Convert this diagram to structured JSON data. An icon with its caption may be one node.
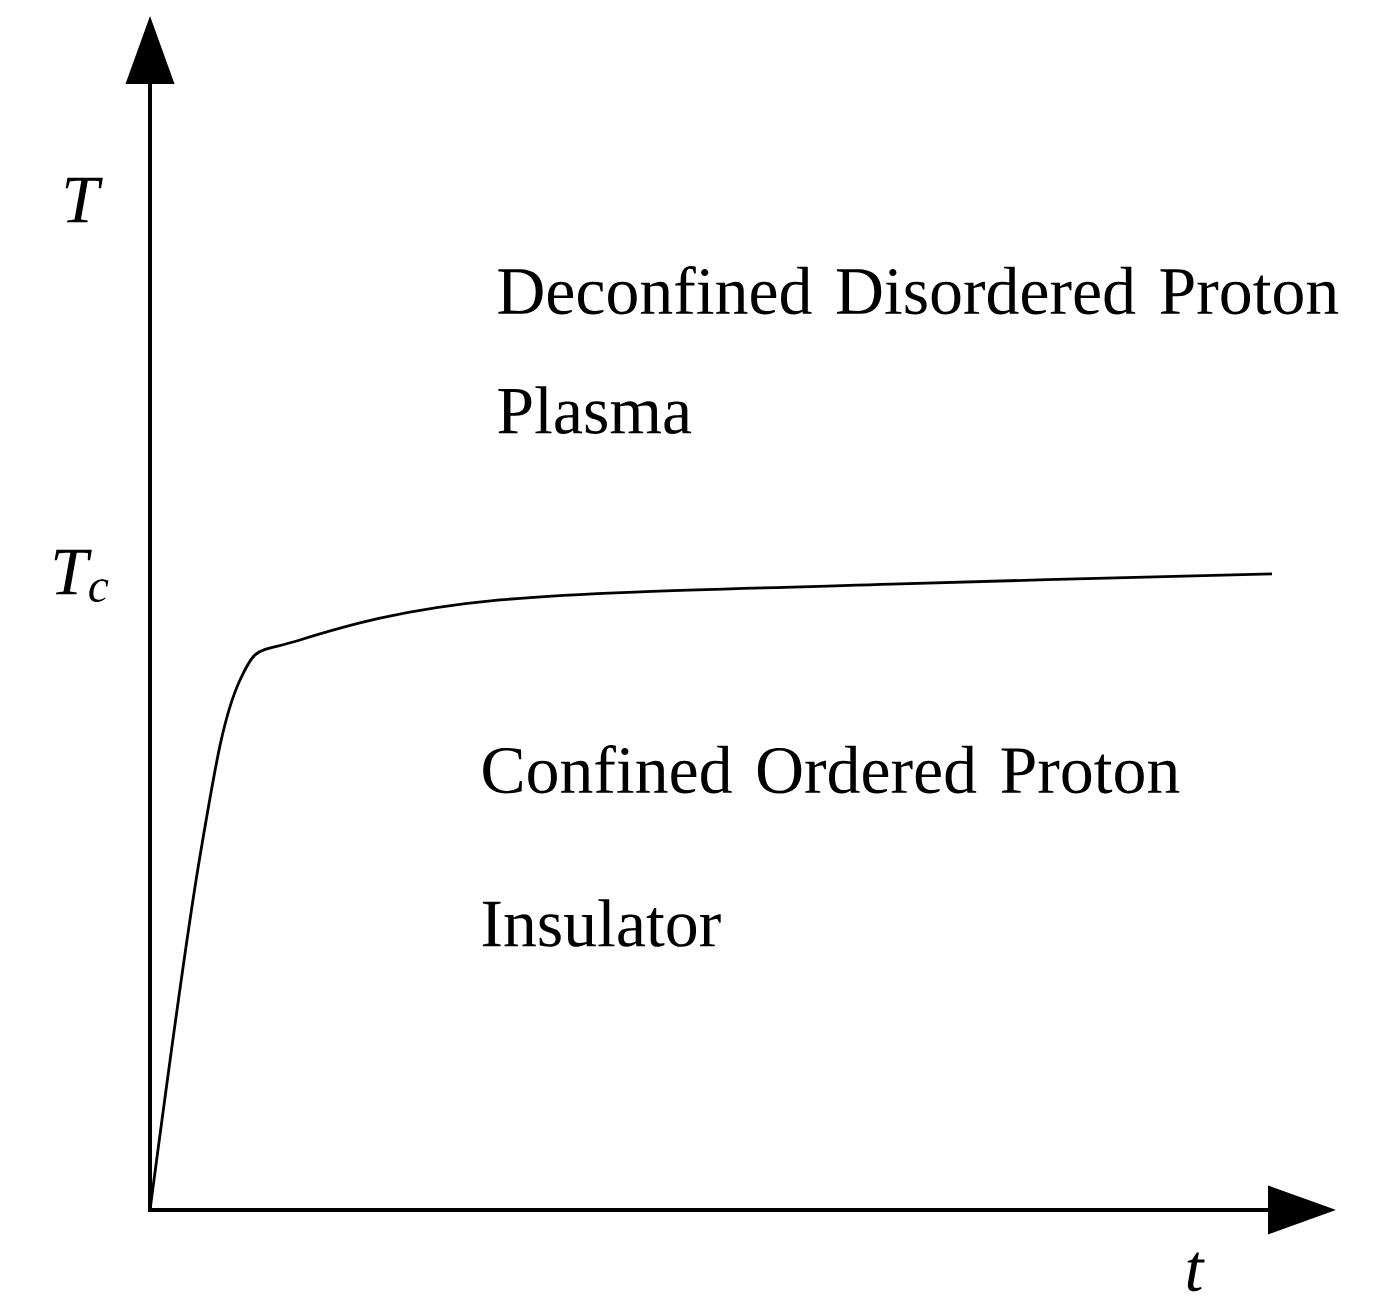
{
  "diagram": {
    "labels": [
      "T",
      "T$_{c}$",
      "Deconfined Disordered Proton Plasma",
      "Confined Ordered Proton Insulator",
      "t"
    ]
  }
}
